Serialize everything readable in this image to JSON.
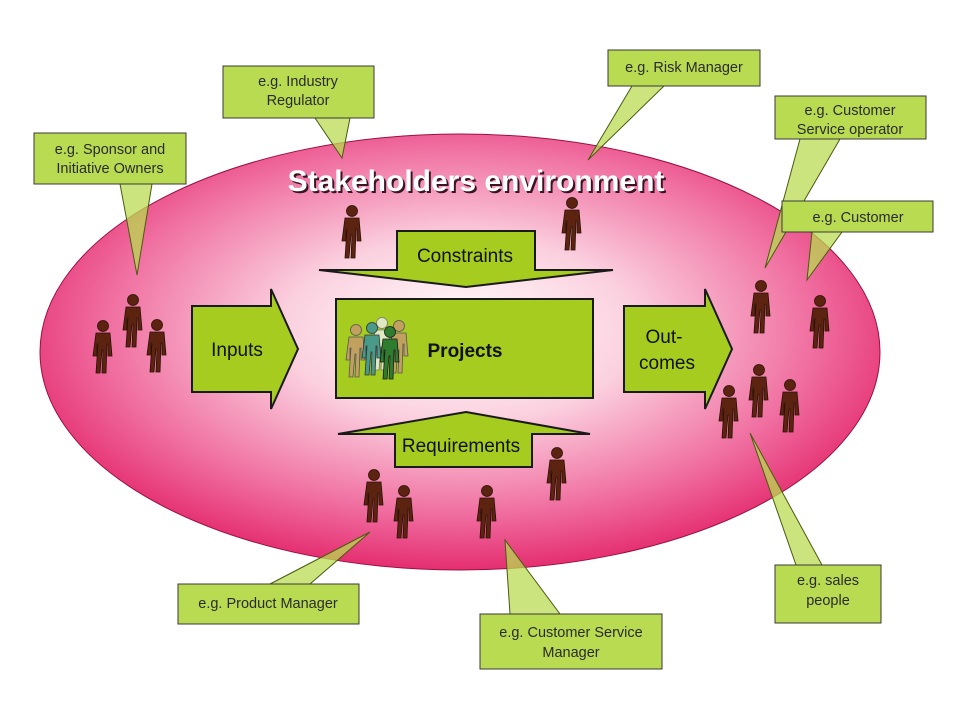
{
  "diagram": {
    "title": "Stakeholders environment",
    "center": {
      "label": "Projects"
    },
    "arrows": {
      "inputs": "Inputs",
      "outcomes": [
        "Out-",
        "comes"
      ],
      "constraints": "Constraints",
      "requirements": "Requirements"
    },
    "callouts": {
      "sponsor": [
        "e.g. Sponsor and",
        "Initiative Owners"
      ],
      "regulator": [
        "e.g. Industry",
        "Regulator"
      ],
      "risk_manager": [
        "e.g. Risk Manager"
      ],
      "customer_service_operator": [
        "e.g. Customer",
        "Service operator"
      ],
      "customer": [
        "e.g. Customer"
      ],
      "sales_people": [
        "e.g. sales",
        "people"
      ],
      "product_manager": [
        "e.g. Product Manager"
      ],
      "customer_service_manager": [
        "e.g. Customer Service",
        "Manager"
      ]
    },
    "colors": {
      "ellipse_center": "#ffffff",
      "ellipse_mid": "#f06fa0",
      "ellipse_edge": "#e0155e",
      "green_fill": "#a5cc1f",
      "callout_fill": "#b9db52",
      "outline": "#1a1a1a",
      "person": "#5c2410"
    }
  }
}
